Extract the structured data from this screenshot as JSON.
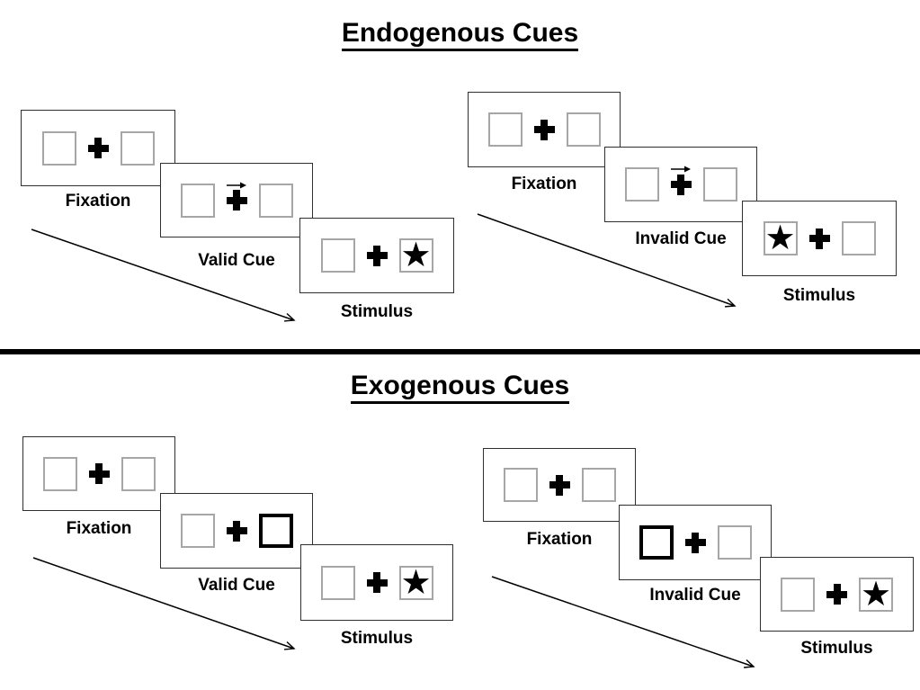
{
  "sections": [
    {
      "title": "Endogenous Cues",
      "sequences": [
        {
          "name": "valid",
          "steps": [
            {
              "label": "Fixation"
            },
            {
              "label": "Valid Cue"
            },
            {
              "label": "Stimulus"
            }
          ],
          "cue_type": "central-arrow-right",
          "stimulus_side": "right"
        },
        {
          "name": "invalid",
          "steps": [
            {
              "label": "Fixation"
            },
            {
              "label": "Invalid Cue"
            },
            {
              "label": "Stimulus"
            }
          ],
          "cue_type": "central-arrow-right",
          "stimulus_side": "left"
        }
      ]
    },
    {
      "title": "Exogenous Cues",
      "sequences": [
        {
          "name": "valid",
          "steps": [
            {
              "label": "Fixation"
            },
            {
              "label": "Valid Cue"
            },
            {
              "label": "Stimulus"
            }
          ],
          "cue_type": "peripheral-box-right",
          "stimulus_side": "right"
        },
        {
          "name": "invalid",
          "steps": [
            {
              "label": "Fixation"
            },
            {
              "label": "Invalid Cue"
            },
            {
              "label": "Stimulus"
            }
          ],
          "cue_type": "peripheral-box-left",
          "stimulus_side": "right"
        }
      ]
    }
  ],
  "glyphs": {
    "star": "★"
  },
  "colors": {
    "background": "#ffffff",
    "ink": "#000000",
    "panel_border": "#2f2f2f",
    "box_border": "#a6a6a6"
  }
}
